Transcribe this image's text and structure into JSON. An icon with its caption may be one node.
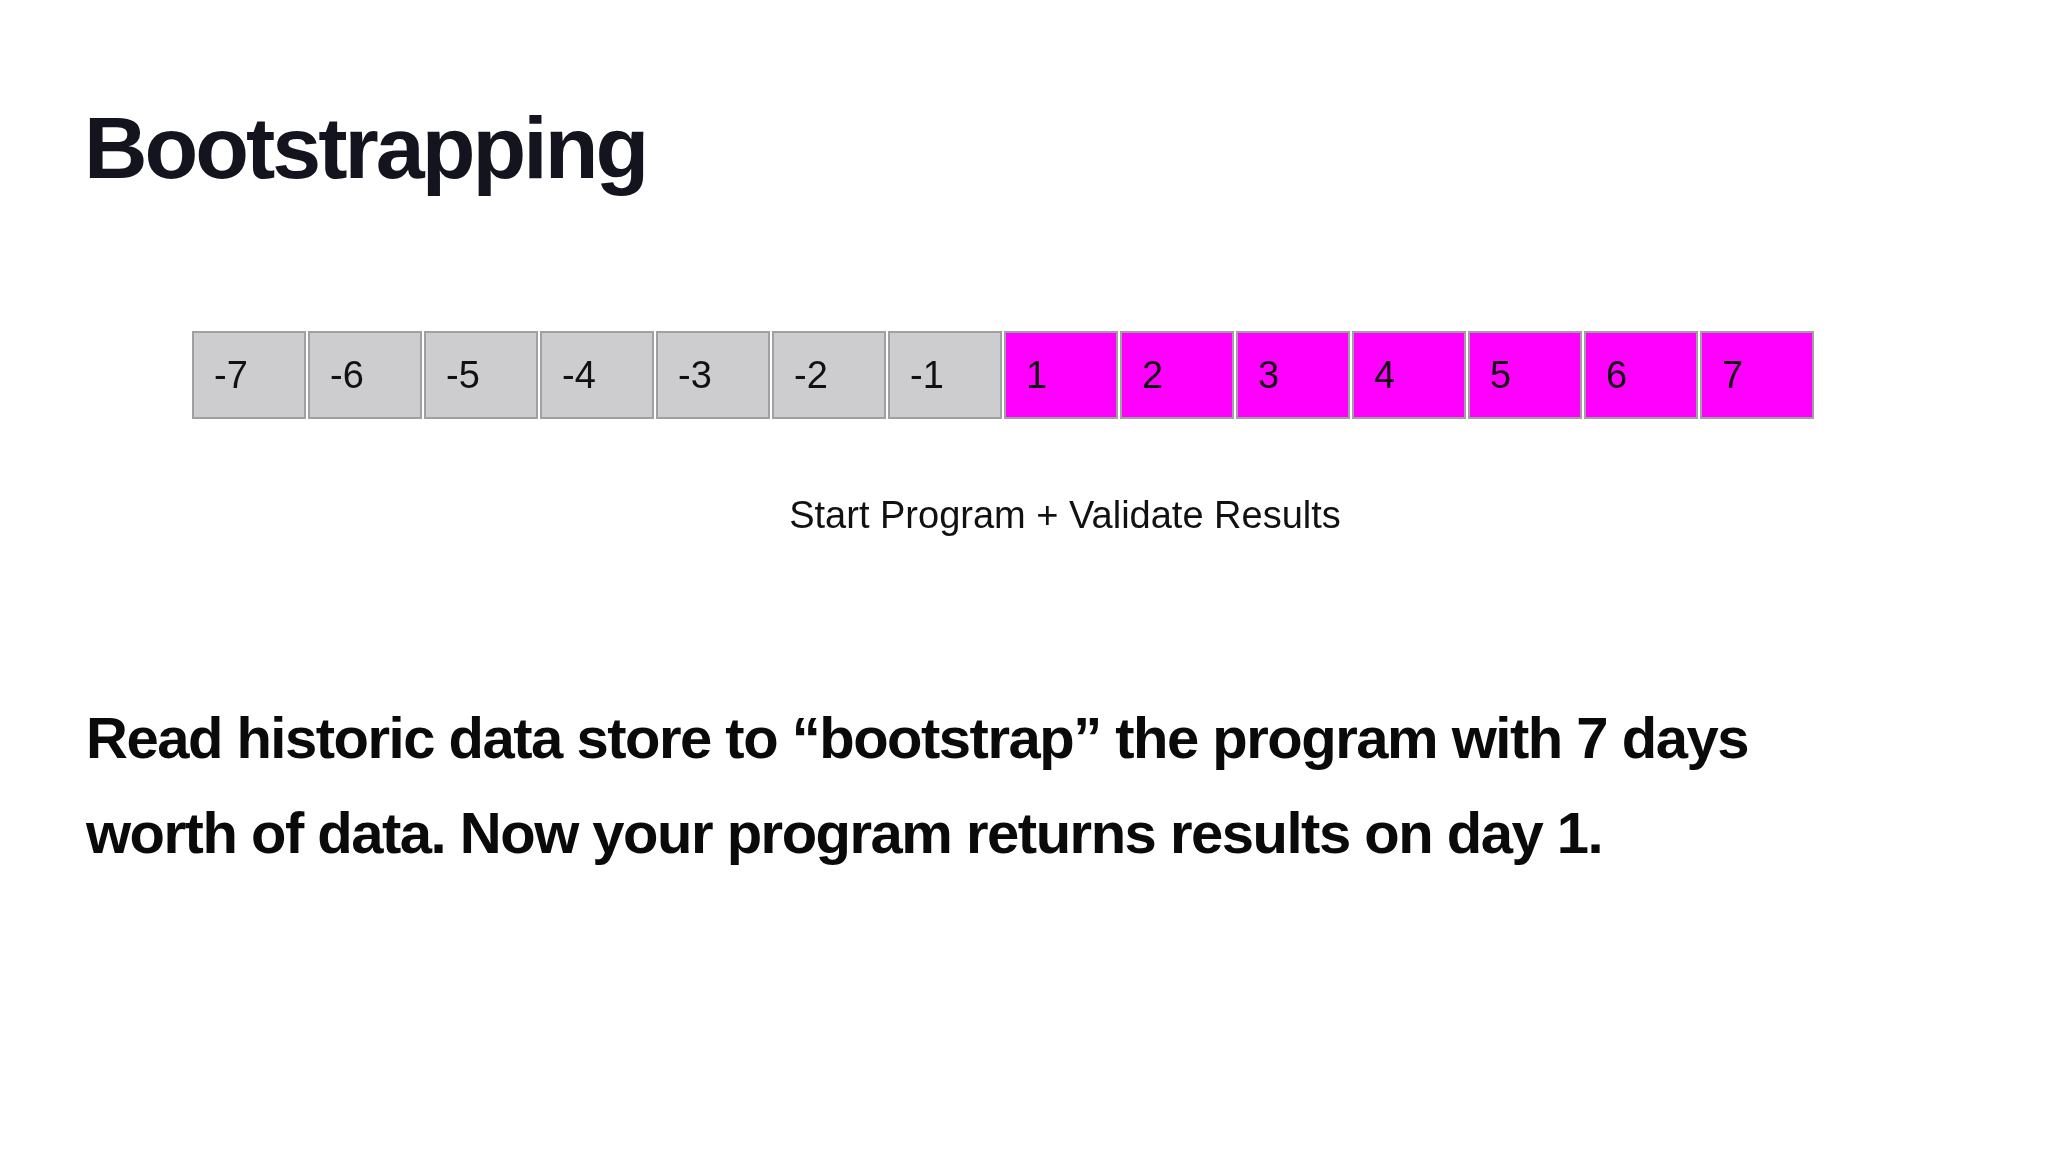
{
  "diagram": {
    "title": "Bootstrapping",
    "nodes": [
      {
        "text": [
          "-7"
        ]
      },
      {
        "text": [
          "-6"
        ]
      },
      {
        "text": [
          "-5"
        ]
      },
      {
        "text": [
          "-4"
        ]
      },
      {
        "text": [
          "-3"
        ]
      },
      {
        "text": [
          "-2"
        ]
      },
      {
        "text": [
          "-1"
        ]
      },
      {
        "text": [
          "1"
        ]
      },
      {
        "text": [
          "2"
        ]
      },
      {
        "text": [
          "3"
        ]
      },
      {
        "text": [
          "4"
        ]
      },
      {
        "text": [
          "5"
        ]
      },
      {
        "text": [
          "6"
        ]
      },
      {
        "text": [
          "7"
        ]
      }
    ],
    "labels": [
      "Start Program + Validate Results",
      "Read historic data store to “bootstrap” the program with 7 days worth of data. Now your program returns results on day 1."
    ]
  }
}
